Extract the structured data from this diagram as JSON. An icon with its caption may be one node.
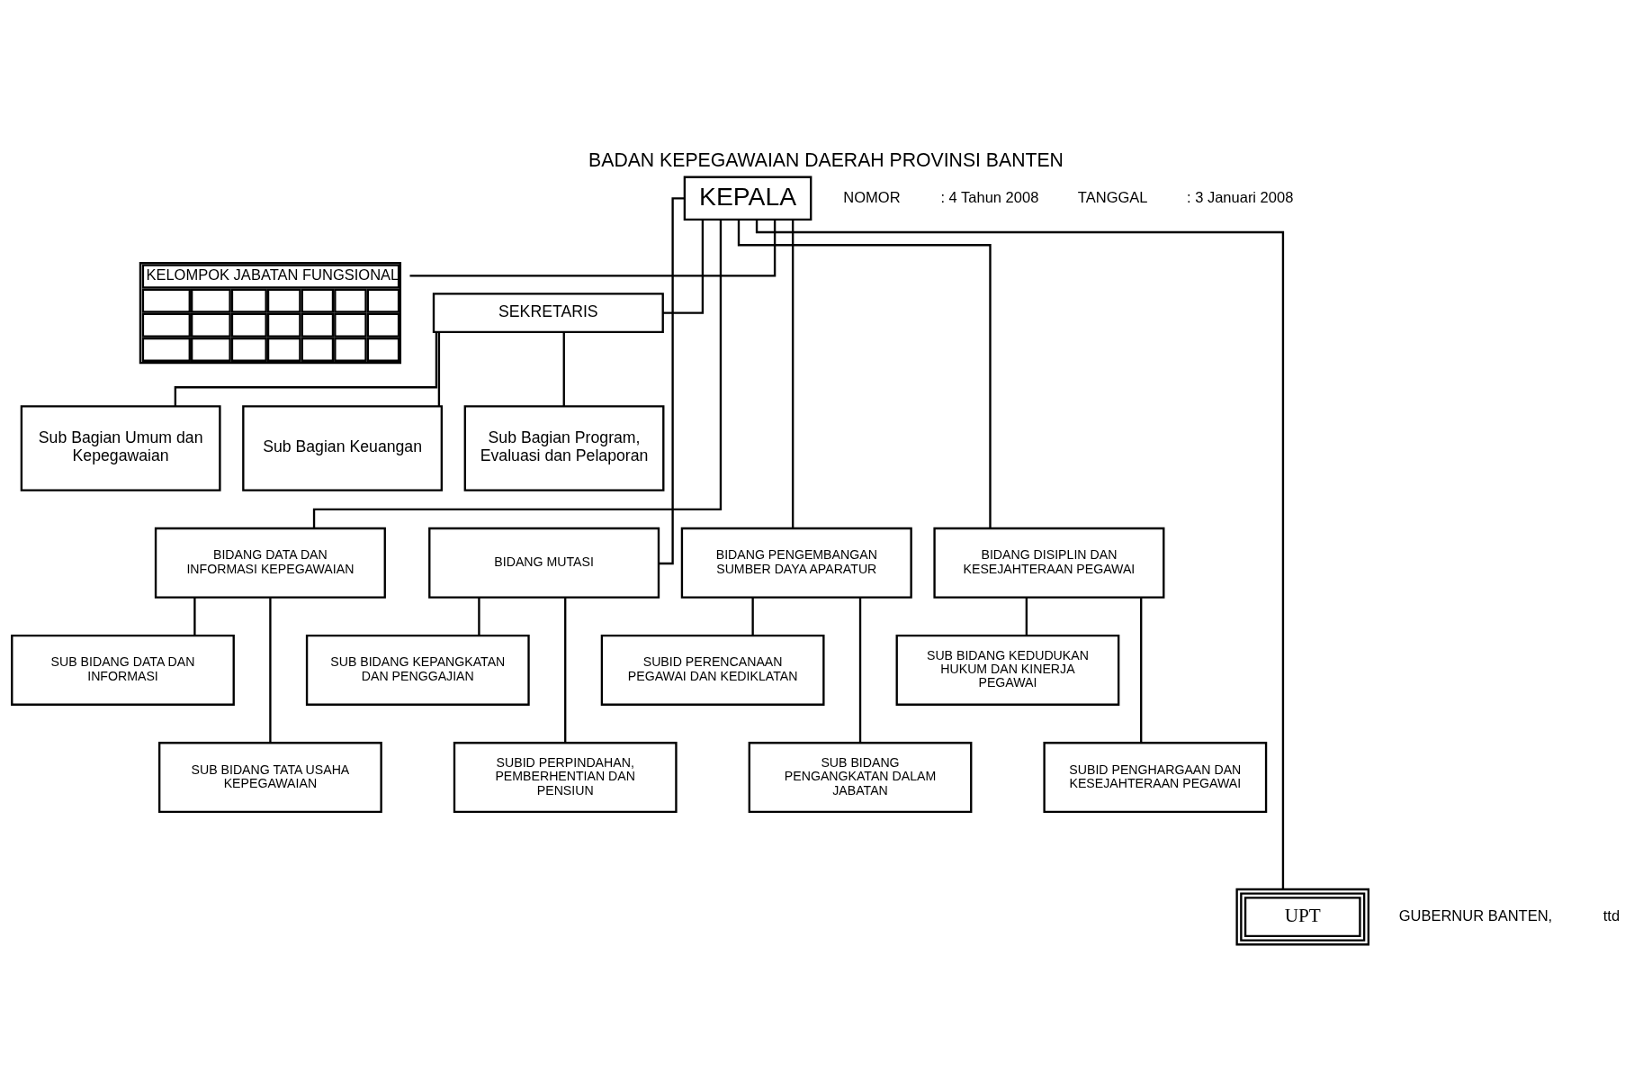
{
  "diagram": {
    "title": "BADAN KEPEGAWAIAN DAERAH PROVINSI BANTEN",
    "nodes": [
      {
        "text": [
          "KEPALA"
        ]
      },
      {
        "text": [
          "KELOMPOK JABATAN FUNGSIONAL"
        ]
      },
      {
        "text": [
          "SEKRETARIS"
        ]
      },
      {
        "text": [
          "Sub Bagian Umum dan Kepegawaian"
        ]
      },
      {
        "text": [
          "Sub Bagian Keuangan"
        ]
      },
      {
        "text": [
          "Sub Bagian Program, Evaluasi dan Pelaporan"
        ]
      },
      {
        "text": [
          "BIDANG DATA DAN INFORMASI KEPEGAWAIAN"
        ]
      },
      {
        "text": [
          "BIDANG MUTASI"
        ]
      },
      {
        "text": [
          "BIDANG PENGEMBANGAN SUMBER DAYA APARATUR"
        ]
      },
      {
        "text": [
          "BIDANG DISIPLIN DAN KESEJAHTERAAN PEGAWAI"
        ]
      },
      {
        "text": [
          "SUB BIDANG DATA DAN INFORMASI"
        ]
      },
      {
        "text": [
          "SUB BIDANG TATA USAHA KEPEGAWAIAN"
        ]
      },
      {
        "text": [
          "SUB BIDANG KEPANGKATAN DAN PENGGAJIAN"
        ]
      },
      {
        "text": [
          "SUBID PERPINDAHAN, PEMBERHENTIAN DAN PENSIUN"
        ]
      },
      {
        "text": [
          "SUBID PERENCANAAN PEGAWAI DAN KEDIKLATAN"
        ]
      },
      {
        "text": [
          "SUB BIDANG PENGANGKATAN DALAM JABATAN"
        ]
      },
      {
        "text": [
          "SUB BIDANG KEDUDUKAN HUKUM DAN KINERJA PEGAWAI"
        ]
      },
      {
        "text": [
          "SUBID PENGHARGAAN DAN KESEJAHTERAAN PEGAWAI"
        ]
      },
      {
        "text": [
          "UPT"
        ]
      }
    ],
    "edges": [
      {
        "from": 0,
        "to": 1,
        "arrow": "none"
      },
      {
        "from": 0,
        "to": 2,
        "arrow": "none"
      },
      {
        "from": 2,
        "to": 3,
        "arrow": "none"
      },
      {
        "from": 2,
        "to": 4,
        "arrow": "none"
      },
      {
        "from": 2,
        "to": 5,
        "arrow": "none"
      },
      {
        "from": 0,
        "to": 6,
        "arrow": "none"
      },
      {
        "from": 0,
        "to": 7,
        "arrow": "none"
      },
      {
        "from": 0,
        "to": 8,
        "arrow": "none"
      },
      {
        "from": 0,
        "to": 9,
        "arrow": "none"
      },
      {
        "from": 6,
        "to": 10,
        "arrow": "none"
      },
      {
        "from": 6,
        "to": 11,
        "arrow": "none"
      },
      {
        "from": 7,
        "to": 12,
        "arrow": "none"
      },
      {
        "from": 7,
        "to": 13,
        "arrow": "none"
      },
      {
        "from": 8,
        "to": 14,
        "arrow": "none"
      },
      {
        "from": 8,
        "to": 15,
        "arrow": "none"
      },
      {
        "from": 9,
        "to": 16,
        "arrow": "none"
      },
      {
        "from": 9,
        "to": 17,
        "arrow": "none"
      },
      {
        "from": 0,
        "to": 18,
        "arrow": "none"
      }
    ],
    "labels": [
      "NOMOR",
      ": 4 Tahun 2008",
      "TANGGAL",
      ": 3 Januari 2008",
      "GUBERNUR BANTEN,",
      "ttd"
    ]
  }
}
